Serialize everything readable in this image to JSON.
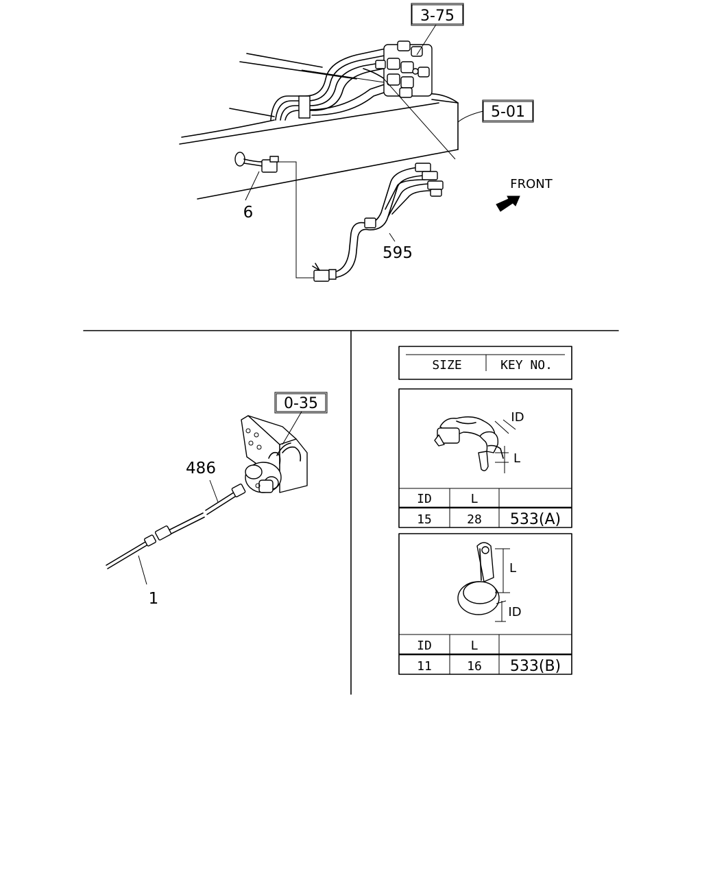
{
  "callouts": {
    "ref_3_75": "3-75",
    "ref_5_01": "5-01",
    "ref_0_35": "0-35",
    "part_6": "6",
    "part_595": "595",
    "part_486": "486",
    "part_1": "1",
    "front": "FRONT"
  },
  "size_table": {
    "header_size": "SIZE",
    "header_key": "KEY NO.",
    "clip_a": {
      "dim_id": "ID",
      "dim_l": "L",
      "col_id": "ID",
      "col_l": "L",
      "id": "15",
      "l": "28",
      "key": "533(A)"
    },
    "clip_b": {
      "dim_id": "ID",
      "dim_l": "L",
      "col_id": "ID",
      "col_l": "L",
      "id": "11",
      "l": "16",
      "key": "533(B)"
    }
  },
  "icons": [
    "front-arrow-icon"
  ]
}
